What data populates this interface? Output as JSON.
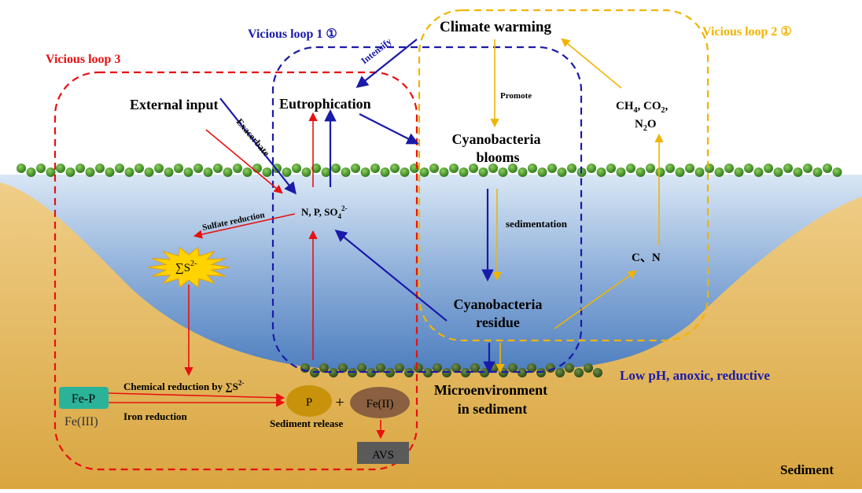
{
  "loops": {
    "loop1": "Vicious loop 1 ①",
    "loop2": "Vicious loop 2 ①",
    "loop3": "Vicious loop 3"
  },
  "nodes": {
    "climate": "Climate warming",
    "eutrophication": "Eutrophication",
    "external_input": "External input",
    "blooms_line1": "Cyanobacteria",
    "blooms_line2": "blooms",
    "residue_line1": "Cyanobacteria",
    "residue_line2": "residue",
    "nps": "N, P, SO",
    "nps_sub": "4",
    "nps_sup": "2-",
    "ghg_ch": "CH",
    "ghg_4": "4",
    "ghg_co": ",  CO",
    "ghg_2": "2",
    "ghg_comma": ",",
    "ghg_n": "N",
    "ghg_n2": "2",
    "ghg_o": "O",
    "cn": "C、N",
    "sulfide": "∑S",
    "sulfide_sup": "2-",
    "fep": "Fe-P",
    "fe3": "Fe(III)",
    "p": "P",
    "plus": "+",
    "fe2": "Fe(II)",
    "avs": "AVS",
    "micro_line1": "Microenvironment",
    "micro_line2": "in sediment",
    "lowph": "Low pH, anoxic, reductive",
    "sediment": "Sediment"
  },
  "arrow_labels": {
    "intensify": "Intensify",
    "exacerbate": "Exacerbate",
    "promote": "Promote",
    "sedimentation": "sedimentation",
    "sulfate_reduction": "Sulfate reduction",
    "chem_reduction": "Chemical reduction by ∑S",
    "chem_reduction_sup": "2-",
    "iron_reduction": "Iron reduction",
    "sediment_release": "Sediment release"
  },
  "colors": {
    "loop1": "#1a1aaa",
    "loop2": "#f0b400",
    "loop3": "#e81010",
    "water_top": "#cfe0f2",
    "water_bottom": "#5b88c4",
    "sediment": "#e8b85c",
    "algae": "#3f8f2a",
    "fep_box": "#2bb39a",
    "p_ellipse": "#c8930a",
    "fe2_ellipse": "#8a6040",
    "avs_box": "#5a5a5a",
    "star": "#ffd200"
  }
}
